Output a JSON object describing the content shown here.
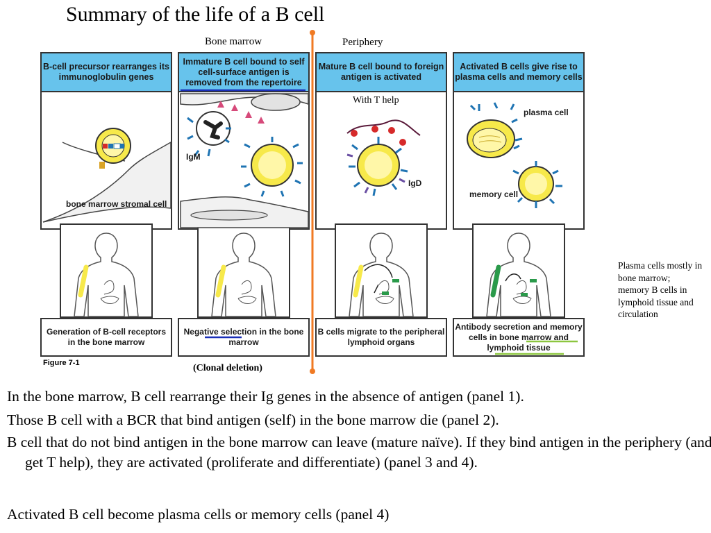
{
  "title": "Summary of the life of a B cell",
  "regions": {
    "left": "Bone marrow",
    "right": "Periphery"
  },
  "panels": [
    {
      "header": "B-cell precursor rearranges its immunoglobulin genes",
      "caption": "Generation of B-cell receptors in the bone marrow",
      "labels": [
        "bone marrow stromal cell"
      ]
    },
    {
      "header": "Immature B cell bound to self cell-surface antigen is removed from the repertoire",
      "caption_underlined": "Negative",
      "caption_rest": " selection in the bone marrow",
      "labels": [
        "IgM"
      ]
    },
    {
      "header": "Mature B cell bound to foreign antigen is activated",
      "caption": "B cells migrate to the peripheral lymphoid organs",
      "labels": [
        "IgD"
      ]
    },
    {
      "header": "Activated B cells give rise to plasma cells and memory cells",
      "caption": "Antibody secretion and memory cells in bone marrow and lymphoid tissue",
      "labels": [
        "plasma cell",
        "memory cell"
      ]
    }
  ],
  "annotations": {
    "t_help": "With T help",
    "clonal_deletion": "(Clonal deletion)",
    "figure_label": "Figure 7-1",
    "side_note": "Plasma cells mostly in bone marrow; memory B cells in lymphoid tissue and circulation"
  },
  "bullets": [
    "In the bone marrow, B cell rearrange their Ig genes in the absence of antigen (panel 1).",
    "Those B cell with a BCR that bind antigen (self) in the bone marrow die (panel 2).",
    "B cell that do not bind antigen in the bone marrow can leave (mature naïve).  If they bind antigen in the periphery (and get T help), they are activated (proliferate and differentiate) (panel 3 and 4).",
    "Activated B cell become plasma cells or memory cells (panel 4)"
  ],
  "colors": {
    "header_blue": "#67c3ec",
    "divider_orange": "#f07a23",
    "underline_blue": "#1a2fb8",
    "underline_green": "#8cc63f",
    "cell_yellow": "#f7e94a",
    "receptor_blue": "#1f74b3"
  },
  "icons": [
    "b-cell-icon",
    "receptor-icon",
    "antigen-icon",
    "body-silhouette-icon",
    "stromal-cell-icon",
    "plasma-cell-icon",
    "memory-cell-icon"
  ]
}
